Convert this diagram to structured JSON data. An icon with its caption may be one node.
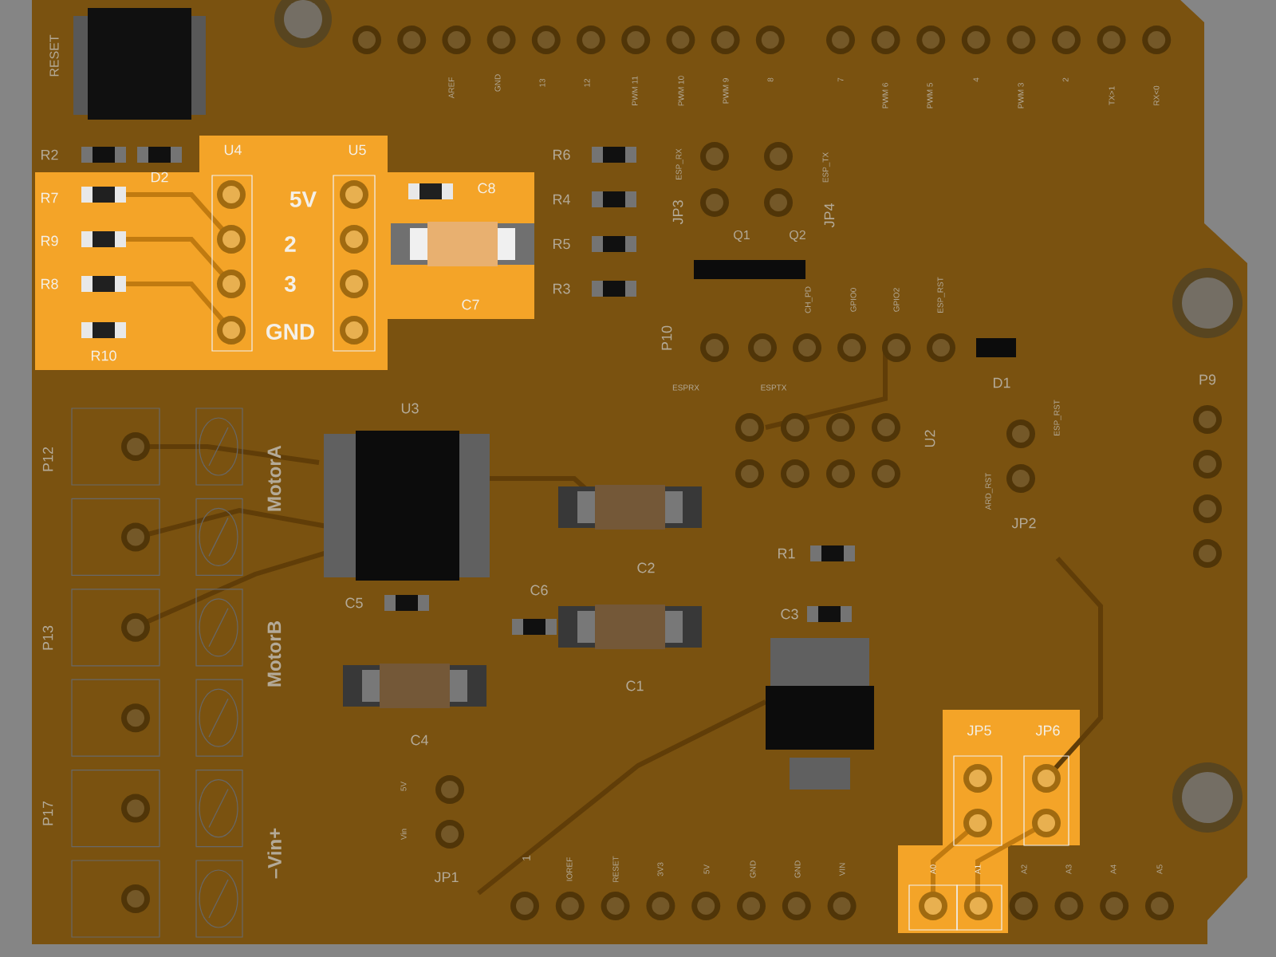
{
  "diagram": {
    "labels": [
      "RESET",
      "AREF",
      "GND",
      "13",
      "12",
      "PWM 11",
      "PWM 10",
      "PWM 9",
      "8",
      "7",
      "PWM 6",
      "PWM 5",
      "4",
      "PWM 3",
      "2",
      "TX>1",
      "RX<0",
      "R2",
      "D2",
      "U4",
      "U5",
      "R6",
      "ESP_RX",
      "ESP_TX",
      "R7",
      "5V",
      "C8",
      "R4",
      "JP3",
      "JP4",
      "Q1",
      "Q2",
      "R9",
      "2",
      "R5",
      "3",
      "R8",
      "R3",
      "CH_PD",
      "GPIO0",
      "GPIO2",
      "ESP_RST",
      "GND",
      "C7",
      "R10",
      "P10",
      "D1",
      "P9",
      "ESPRX",
      "ESPTX",
      "U3",
      "P12",
      "MotorA",
      "ESP_RST",
      "U2",
      "ARD_RST",
      "JP2",
      "R1",
      "C2",
      "C5",
      "C6",
      "C3",
      "P13",
      "MotorB",
      "C1",
      "C4",
      "JP5",
      "JP6",
      "5V",
      "Vin",
      "P17",
      "–Vin+",
      "JP1",
      "1",
      "IOREF",
      "RESET",
      "3V3",
      "5V",
      "GND",
      "GND",
      "VIN",
      "A0",
      "A1",
      "A2",
      "A3",
      "A4",
      "A5"
    ]
  }
}
